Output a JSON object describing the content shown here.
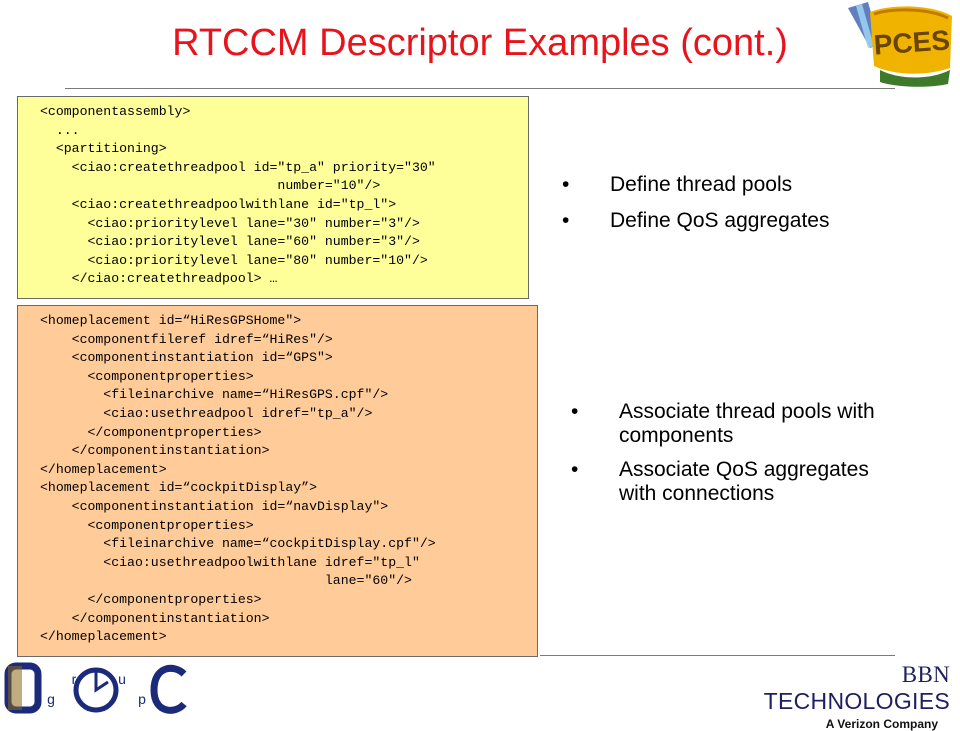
{
  "slide": {
    "title": "RTCCM Descriptor Examples (cont.)",
    "code_yellow": "<componentassembly>\n  ...\n  <partitioning>\n    <ciao:createthreadpool id=\"tp_a\" priority=\"30\"\n                              number=\"10\"/>\n    <ciao:createthreadpoolwithlane id=\"tp_l\">\n      <ciao:prioritylevel lane=\"30\" number=\"3\"/>\n      <ciao:prioritylevel lane=\"60\" number=\"3\"/>\n      <ciao:prioritylevel lane=\"80\" number=\"10\"/>\n    </ciao:createthreadpool> …",
    "code_orange": "<homeplacement id=“HiResGPSHome\">\n    <componentfileref idref=“HiRes\"/>\n    <componentinstantiation id=“GPS\">\n      <componentproperties>\n        <fileinarchive name=“HiResGPS.cpf\"/>\n        <ciao:usethreadpool idref=\"tp_a\"/>\n      </componentproperties>\n    </componentinstantiation>\n</homeplacement>\n<homeplacement id=“cockpitDisplay”>\n    <componentinstantiation id=“navDisplay\">\n      <componentproperties>\n        <fileinarchive name=“cockpitDisplay.cpf\"/>\n        <ciao:usethreadpoolwithlane idref=\"tp_l\"\n                                    lane=\"60\"/>\n      </componentproperties>\n    </componentinstantiation>\n</homeplacement>",
    "bullets_top": [
      "Define thread pools",
      "Define QoS aggregates"
    ],
    "bullets_bottom": [
      "Associate thread pools with components",
      "Associate QoS aggregates with connections"
    ]
  },
  "logos": {
    "pces": "PCES",
    "doc_letters": [
      "D",
      "g",
      "r",
      "u",
      "p",
      "C"
    ],
    "bbn_serif": "BBN ",
    "bbn_sans": "TECHNOLOGIES",
    "bbn_sub": "A Verizon Company"
  },
  "colors": {
    "title": "#e8141c",
    "yellow_box": "#ffff99",
    "orange_box": "#ffcc99",
    "bbn_blue": "#1f1f60"
  }
}
